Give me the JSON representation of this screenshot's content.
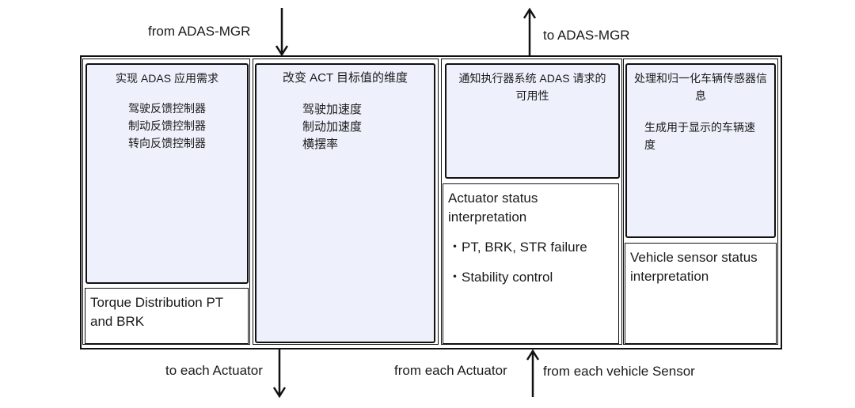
{
  "arrows": {
    "from_adas_mgr": "from ADAS-MGR",
    "to_adas_mgr": "to ADAS-MGR",
    "to_each_actuator": "to each Actuator",
    "from_each_actuator": "from each Actuator",
    "from_each_vehicle_sensor": "from each vehicle Sensor"
  },
  "col1": {
    "title": "实现 ADAS 应用需求",
    "items": [
      "驾驶反馈控制器",
      "制动反馈控制器",
      "转向反馈控制器"
    ],
    "bottom": "Torque Distribution PT and BRK"
  },
  "col2": {
    "title": "改变 ACT 目标值的维度",
    "items": [
      "驾驶加速度",
      "制动加速度",
      "横摆率"
    ]
  },
  "col3": {
    "title": "通知执行器系统 ADAS 请求的可用性",
    "bottom_title": "Actuator status interpretation",
    "bullets": [
      "・PT, BRK, STR failure",
      "・Stability control"
    ]
  },
  "col4": {
    "title": "处理和归一化车辆传感器信息",
    "text": "生成用于显示的车辆速度",
    "bottom": "Vehicle sensor status interpretation"
  }
}
